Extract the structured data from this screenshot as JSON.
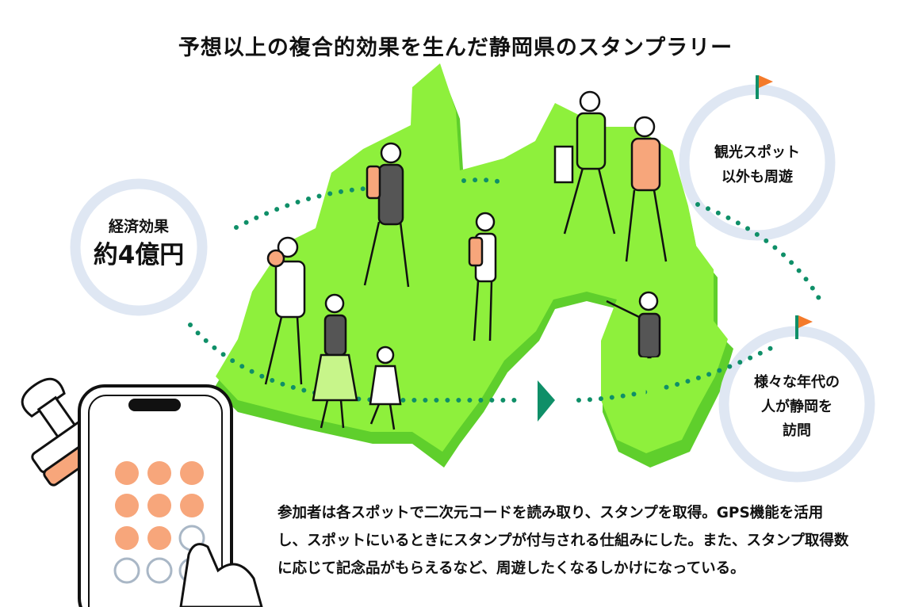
{
  "title": "予想以上の複合的効果を生んだ静岡県のスタンプラリー",
  "circles": {
    "economic": {
      "label": "経済効果",
      "value": "約4億円"
    },
    "tourism": {
      "line1": "観光スポット",
      "line2": "以外も周遊"
    },
    "generations": {
      "line1": "様々な年代の",
      "line2": "人が静岡を",
      "line3": "訪問"
    }
  },
  "caption": {
    "lines": [
      "参加者は各スポットで二次元コードを読み取り、スタンプを取得。GPS機能を活用",
      "し、スポットにいるときにスタンプが付与される仕組みにした。また、スタンプ取得数",
      "に応じて記念品がもらえるなど、周遊したくなるしかけになっている。"
    ]
  },
  "phone": {
    "stamps_collected": 8,
    "stamps_total": 12
  },
  "colors": {
    "map": "#8ef03c",
    "map_side": "#5fcf2c",
    "path": "#0f8f68",
    "ring": "#dfe7f3",
    "flag": "#f47a2a",
    "stamp": "#f7a67b"
  }
}
